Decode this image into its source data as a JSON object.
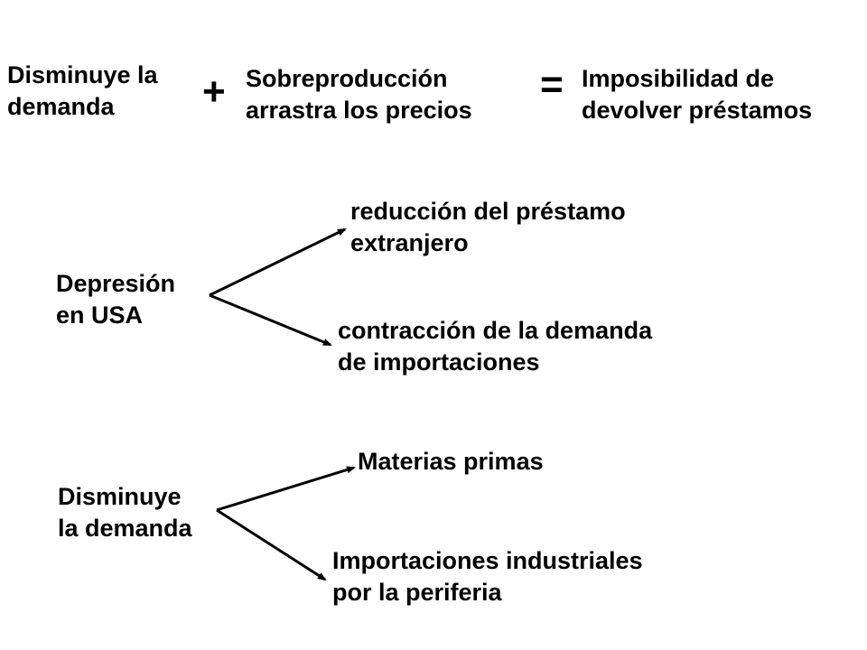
{
  "equation": {
    "term1": [
      "Disminuye la",
      "demanda"
    ],
    "plus": "+",
    "term2": [
      "Sobreproducción",
      "arrastra los precios"
    ],
    "equals": "=",
    "result": [
      "Imposibilidad de",
      "devolver préstamos"
    ]
  },
  "branch1": {
    "source": [
      "Depresión",
      "en USA"
    ],
    "upper": [
      "reducción del préstamo",
      "extranjero"
    ],
    "lower": [
      "contracción de la demanda",
      "de importaciones"
    ]
  },
  "branch2": {
    "source": [
      "Disminuye",
      "la demanda"
    ],
    "upper": [
      "Materias primas"
    ],
    "lower": [
      "Importaciones industriales",
      "por la periferia"
    ]
  }
}
